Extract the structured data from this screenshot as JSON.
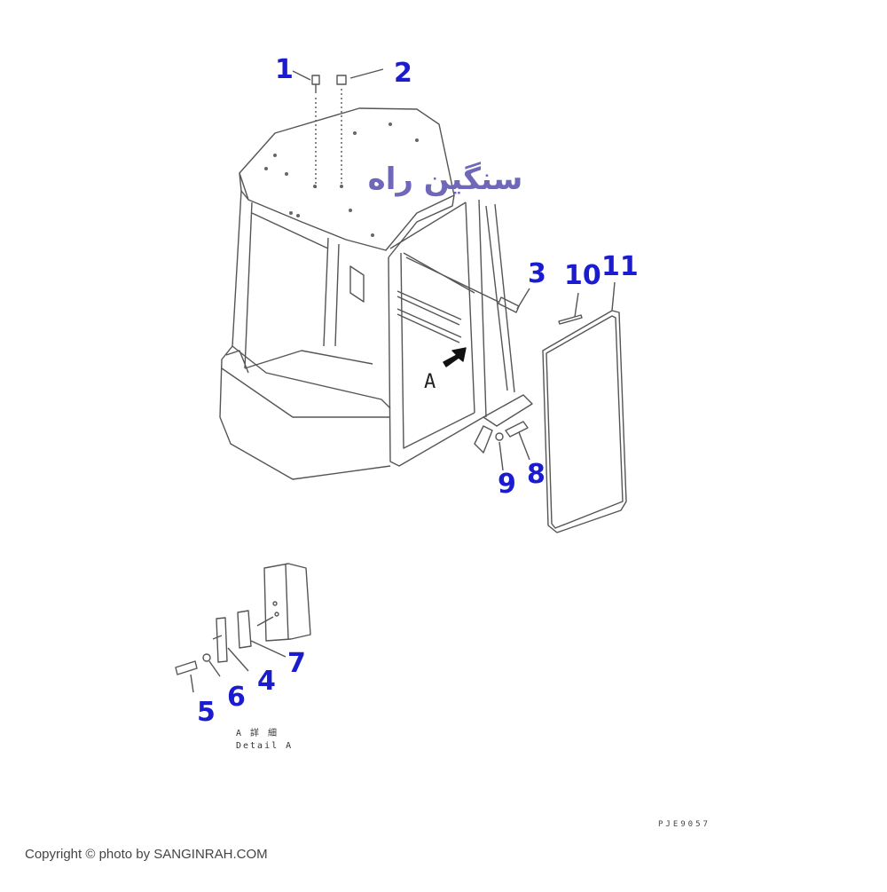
{
  "diagram": {
    "title": "Cab assembly parts diagram",
    "watermark_logo": "سنگین راه",
    "callouts": [
      {
        "id": "1",
        "label": "1",
        "part": "bolt (roof top)"
      },
      {
        "id": "2",
        "label": "2",
        "part": "plug (roof top)"
      },
      {
        "id": "3",
        "label": "3",
        "part": "bolt"
      },
      {
        "id": "4",
        "label": "4",
        "part": "bracket"
      },
      {
        "id": "5",
        "label": "5",
        "part": "bolt"
      },
      {
        "id": "6",
        "label": "6",
        "part": "washer"
      },
      {
        "id": "7",
        "label": "7",
        "part": "plate"
      },
      {
        "id": "8",
        "label": "8",
        "part": "bolt"
      },
      {
        "id": "9",
        "label": "9",
        "part": "washer"
      },
      {
        "id": "10",
        "label": "10",
        "part": "seal strip"
      },
      {
        "id": "11",
        "label": "11",
        "part": "glass panel"
      }
    ],
    "view_marker": "A",
    "detail_caption": {
      "line1": "A 詳 細",
      "line2": "Detail A"
    },
    "drawing_code": "PJE9057",
    "copyright": "Copyright © photo by SANGINRAH.COM",
    "colors": {
      "callout": "#1b1bd0",
      "logo": "#6f68b8",
      "line": "#555555"
    }
  }
}
